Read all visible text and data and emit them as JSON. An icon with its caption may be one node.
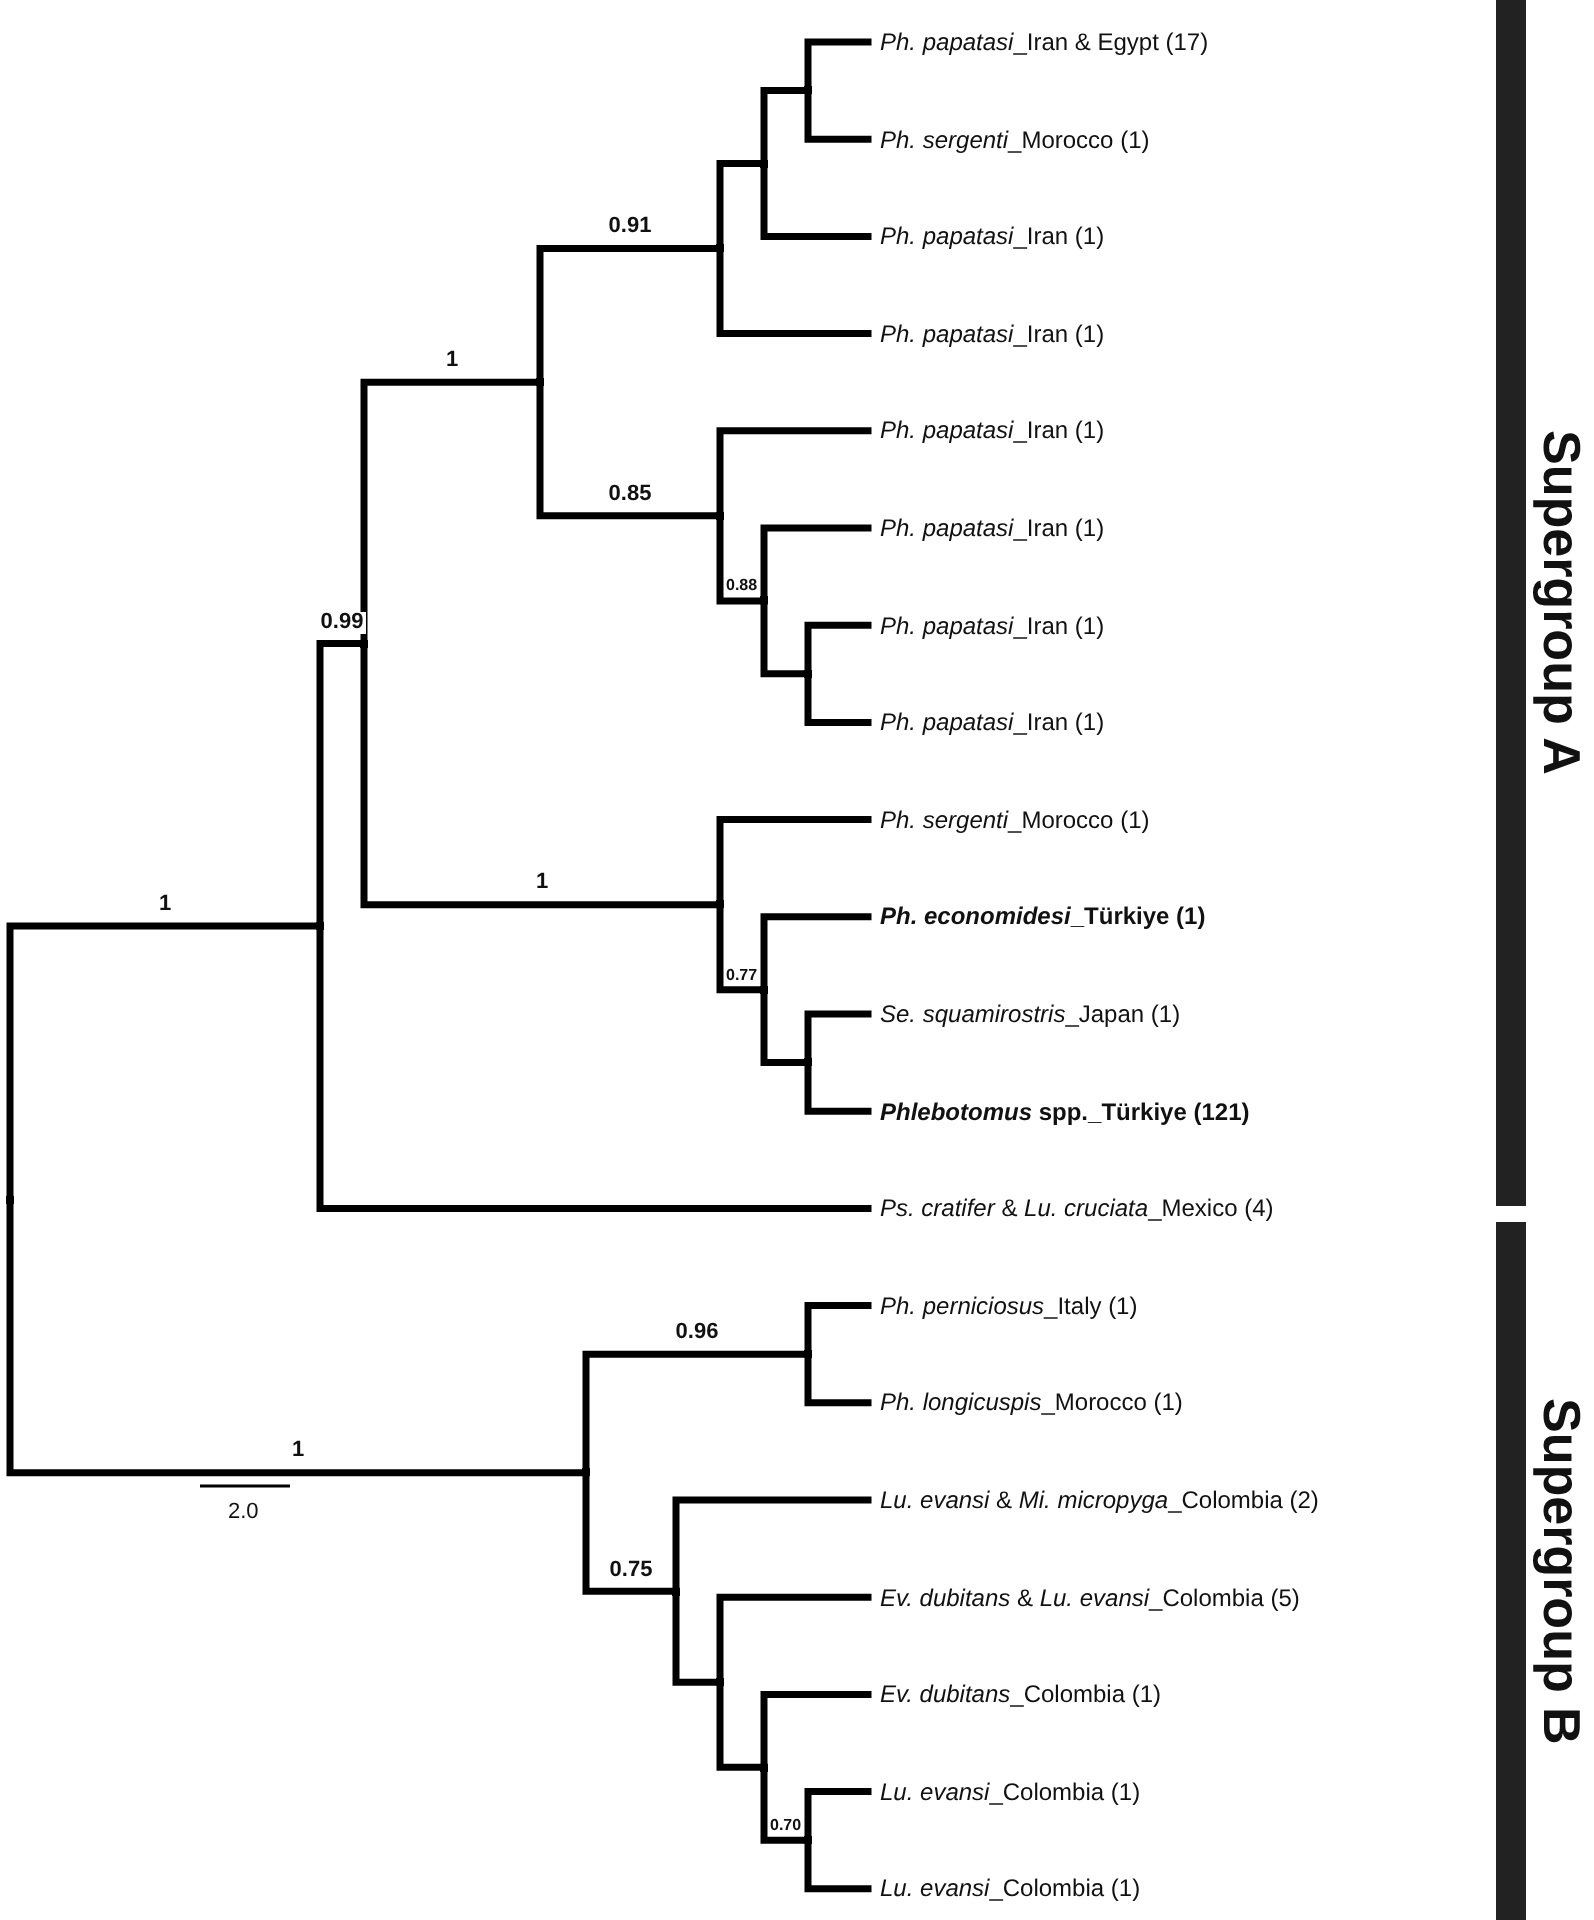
{
  "diagram": {
    "nodes": [
      {
        "text": [
          "*Ph. papatasi*",
          "_Iran & Egypt (17)"
        ]
      },
      {
        "text": [
          "*Ph. sergenti*",
          "_Morocco (1)"
        ]
      },
      {
        "text": [
          "*Ph. papatasi*",
          "_Iran (1)"
        ]
      },
      {
        "text": [
          "*Ph. papatasi*",
          "_Iran (1)"
        ]
      },
      {
        "text": [
          "*Ph. papatasi*",
          "_Iran (1)"
        ]
      },
      {
        "text": [
          "*Ph. papatasi*",
          "_Iran (1)"
        ]
      },
      {
        "text": [
          "*Ph. papatasi*",
          "_Iran (1)"
        ]
      },
      {
        "text": [
          "*Ph. papatasi*",
          "_Iran (1)"
        ]
      },
      {
        "text": [
          "*Ph. sergenti*",
          "_Morocco (1)"
        ]
      },
      {
        "text": [
          "*Ph. economidesi*",
          "**_Türkiye (1)**"
        ]
      },
      {
        "text": [
          "*Se. squamirostris*",
          "_Japan (1)"
        ]
      },
      {
        "text": [
          "***Phlebotomus* spp.**",
          "**_Türkiye (121)**"
        ]
      },
      {
        "text": [
          "*Ps. cratifer* & *Lu. cruciata*",
          "_Mexico (4)"
        ]
      },
      {
        "text": [
          "*Ph. perniciosus*",
          "_Italy (1)"
        ]
      },
      {
        "text": [
          "*Ph. longicuspis*",
          "_Morocco (1)"
        ]
      },
      {
        "text": [
          "*Lu. evansi* & *Mi. micropyga*",
          "_Colombia (2)"
        ]
      },
      {
        "text": [
          "*Ev. dubitans* & *Lu. evansi*",
          "_Colombia (5)"
        ]
      },
      {
        "text": [
          "*Ev. dubitans*",
          "_Colombia (1)"
        ]
      },
      {
        "text": [
          "*Lu. evansi*",
          "_Colombia (1)"
        ]
      },
      {
        "text": [
          "*Lu. evansi*",
          "_Colombia (1)"
        ]
      },
      {
        "text": [],
        "shape": "point"
      },
      {
        "text": [],
        "shape": "point"
      },
      {
        "text": [],
        "shape": "point"
      },
      {
        "text": [],
        "shape": "point"
      },
      {
        "text": [],
        "shape": "point"
      },
      {
        "text": [],
        "shape": "point"
      },
      {
        "text": [],
        "shape": "point"
      },
      {
        "text": [],
        "shape": "point"
      },
      {
        "text": [],
        "shape": "point"
      },
      {
        "text": [],
        "shape": "point"
      },
      {
        "text": [],
        "shape": "point"
      },
      {
        "text": [],
        "shape": "point"
      },
      {
        "text": [],
        "shape": "point"
      },
      {
        "text": [],
        "shape": "point"
      },
      {
        "text": [],
        "shape": "point"
      },
      {
        "text": [],
        "shape": "point"
      },
      {
        "text": [],
        "shape": "point"
      },
      {
        "text": [],
        "shape": "point"
      },
      {
        "text": [],
        "shape": "point"
      },
      {
        "text": [],
        "shape": "bar",
        "beside": [
          "Supergroup A"
        ]
      },
      {
        "text": [],
        "shape": "bar",
        "beside": [
          "Supergroup B"
        ]
      }
    ],
    "edges": [
      {
        "from": 20,
        "to": 21,
        "arrow": "none",
        "label": "1"
      },
      {
        "from": 20,
        "to": 33,
        "arrow": "none",
        "label": "1"
      },
      {
        "from": 21,
        "to": 22,
        "arrow": "none",
        "label": "0.99"
      },
      {
        "from": 21,
        "to": 12,
        "arrow": "none"
      },
      {
        "from": 22,
        "to": 23,
        "arrow": "none",
        "label": "1"
      },
      {
        "from": 22,
        "to": 30,
        "arrow": "none",
        "label": "1"
      },
      {
        "from": 23,
        "to": 24,
        "arrow": "none",
        "label": "0.91"
      },
      {
        "from": 23,
        "to": 27,
        "arrow": "none",
        "label": "0.85"
      },
      {
        "from": 24,
        "to": 25,
        "arrow": "none"
      },
      {
        "from": 24,
        "to": 3,
        "arrow": "none"
      },
      {
        "from": 25,
        "to": 26,
        "arrow": "none"
      },
      {
        "from": 25,
        "to": 2,
        "arrow": "none"
      },
      {
        "from": 26,
        "to": 0,
        "arrow": "none"
      },
      {
        "from": 26,
        "to": 1,
        "arrow": "none"
      },
      {
        "from": 27,
        "to": 4,
        "arrow": "none"
      },
      {
        "from": 27,
        "to": 28,
        "arrow": "none",
        "label": "0.88"
      },
      {
        "from": 28,
        "to": 5,
        "arrow": "none"
      },
      {
        "from": 28,
        "to": 29,
        "arrow": "none"
      },
      {
        "from": 29,
        "to": 6,
        "arrow": "none"
      },
      {
        "from": 29,
        "to": 7,
        "arrow": "none"
      },
      {
        "from": 30,
        "to": 8,
        "arrow": "none"
      },
      {
        "from": 30,
        "to": 31,
        "arrow": "none",
        "label": "0.77"
      },
      {
        "from": 31,
        "to": 9,
        "arrow": "none"
      },
      {
        "from": 31,
        "to": 32,
        "arrow": "none"
      },
      {
        "from": 32,
        "to": 10,
        "arrow": "none"
      },
      {
        "from": 32,
        "to": 11,
        "arrow": "none"
      },
      {
        "from": 33,
        "to": 34,
        "arrow": "none",
        "label": "0.96"
      },
      {
        "from": 33,
        "to": 35,
        "arrow": "none",
        "label": "0.75"
      },
      {
        "from": 34,
        "to": 13,
        "arrow": "none"
      },
      {
        "from": 34,
        "to": 14,
        "arrow": "none"
      },
      {
        "from": 35,
        "to": 15,
        "arrow": "none"
      },
      {
        "from": 35,
        "to": 36,
        "arrow": "none"
      },
      {
        "from": 36,
        "to": 16,
        "arrow": "none"
      },
      {
        "from": 36,
        "to": 37,
        "arrow": "none"
      },
      {
        "from": 37,
        "to": 17,
        "arrow": "none"
      },
      {
        "from": 37,
        "to": 38,
        "arrow": "none",
        "label": "0.70"
      },
      {
        "from": 38,
        "to": 18,
        "arrow": "none"
      },
      {
        "from": 38,
        "to": 19,
        "arrow": "none"
      }
    ],
    "labels": [
      "2.0"
    ]
  }
}
